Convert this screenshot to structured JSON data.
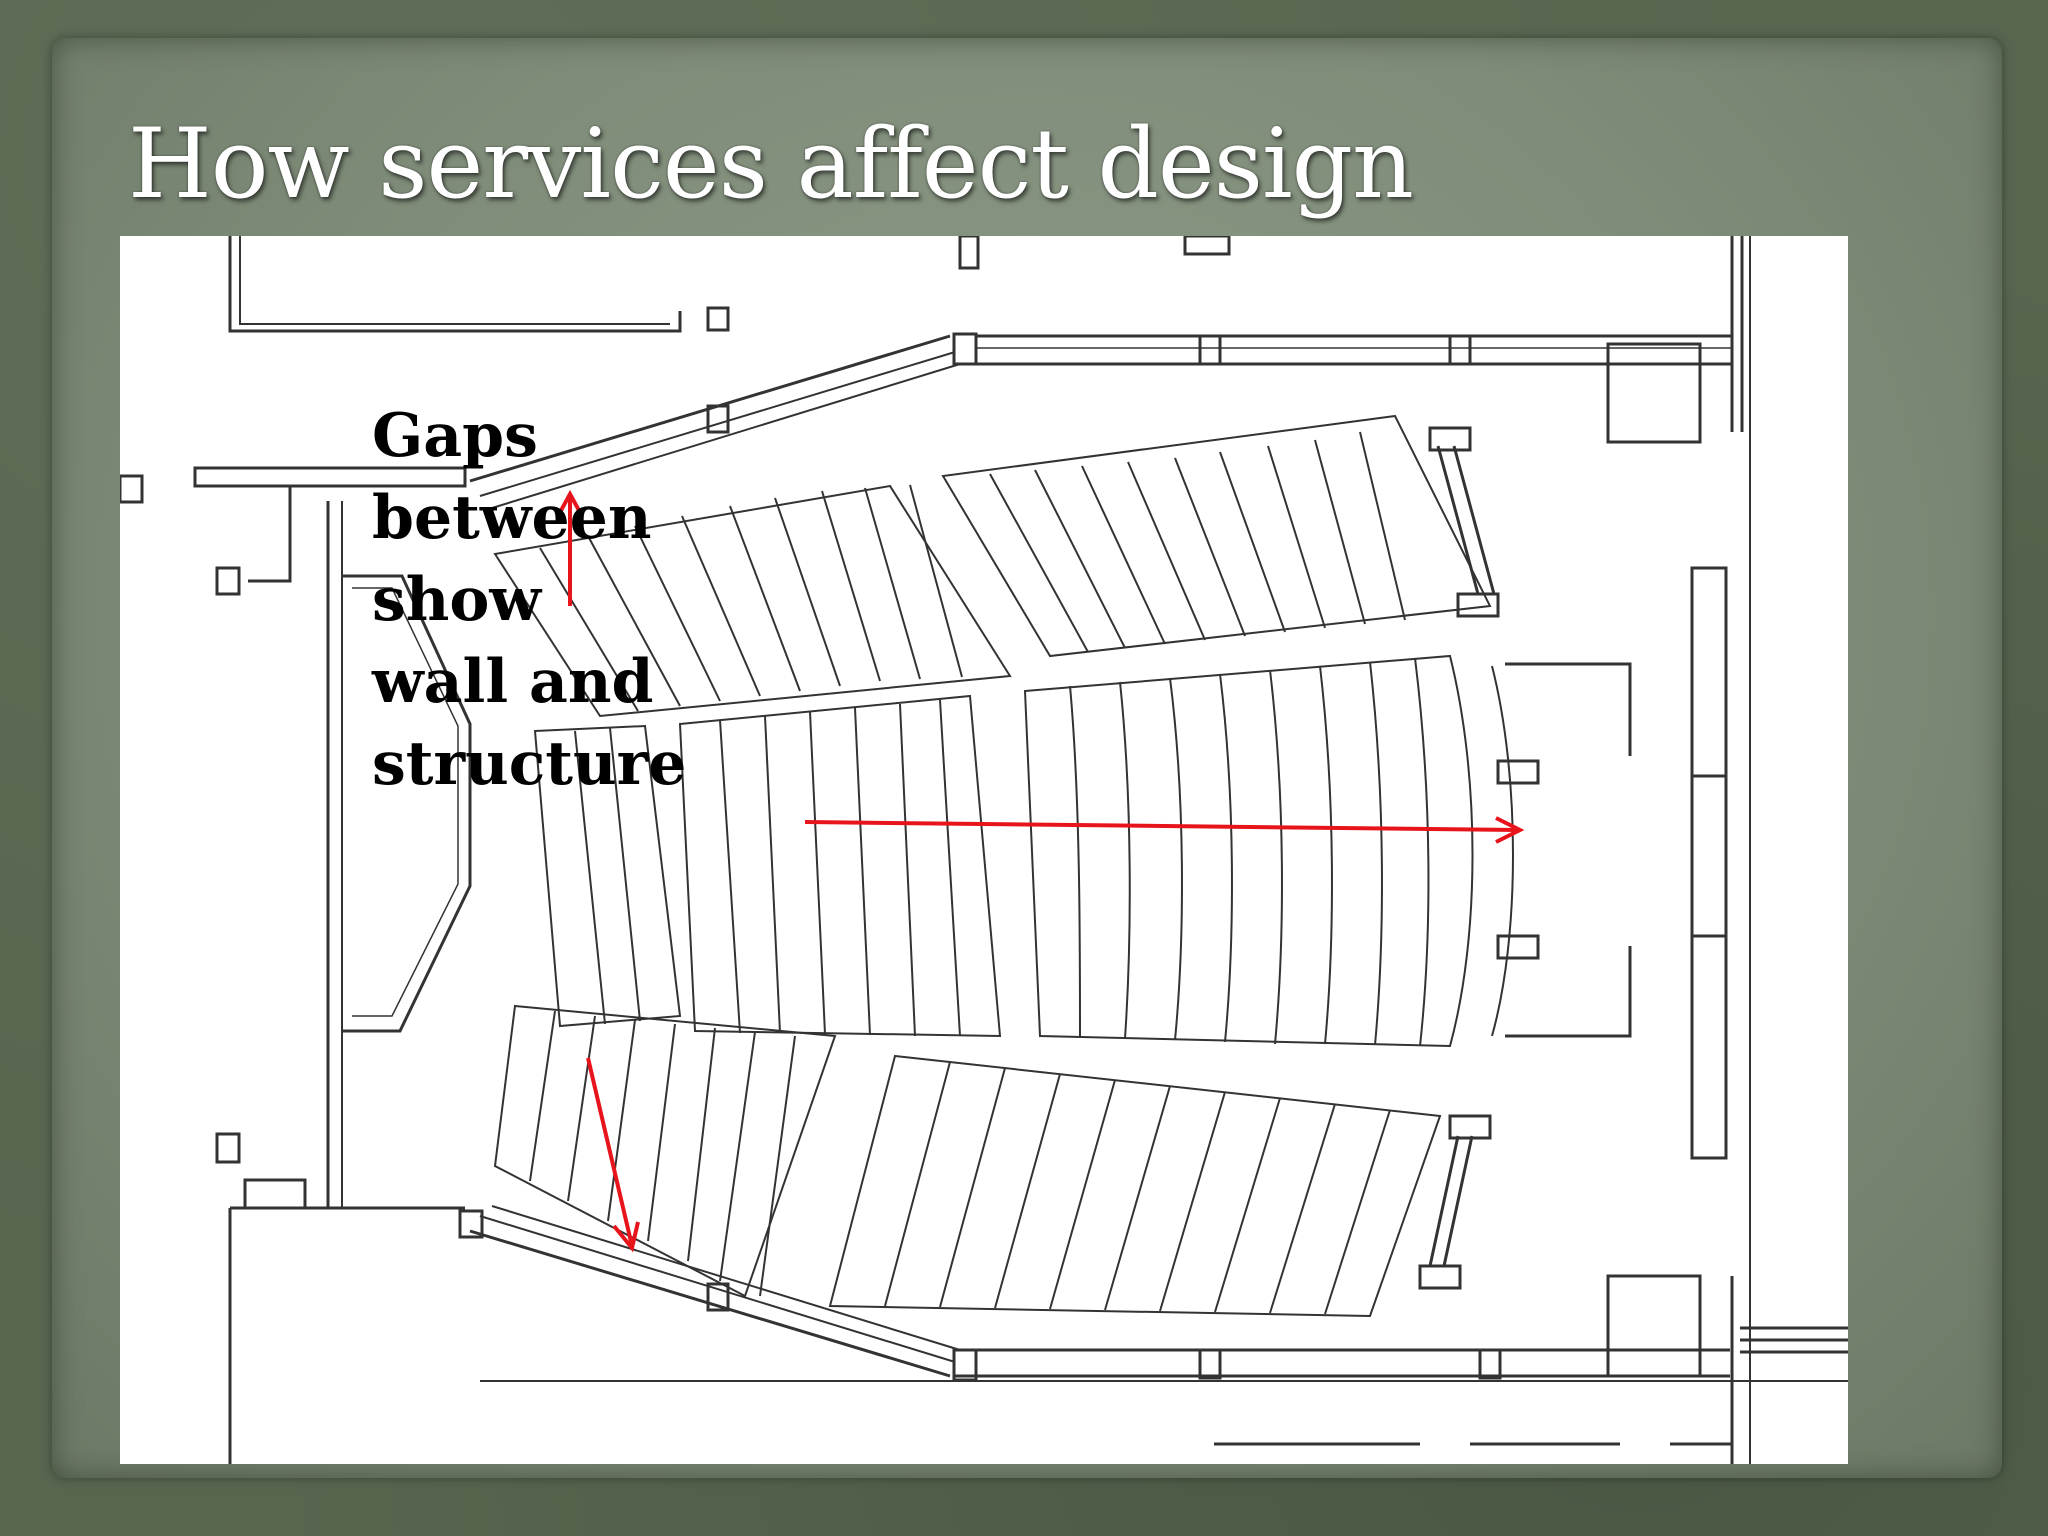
{
  "slide": {
    "title": "How services affect design"
  },
  "annotation": {
    "lines": [
      "Gaps",
      "between",
      "show",
      "wall and",
      "structure"
    ],
    "arrow_color": "#e8141c"
  },
  "colors": {
    "background": "#56664f",
    "panel": "#7f8c79",
    "title_text": "#ffffff",
    "plan_line": "#333333"
  }
}
